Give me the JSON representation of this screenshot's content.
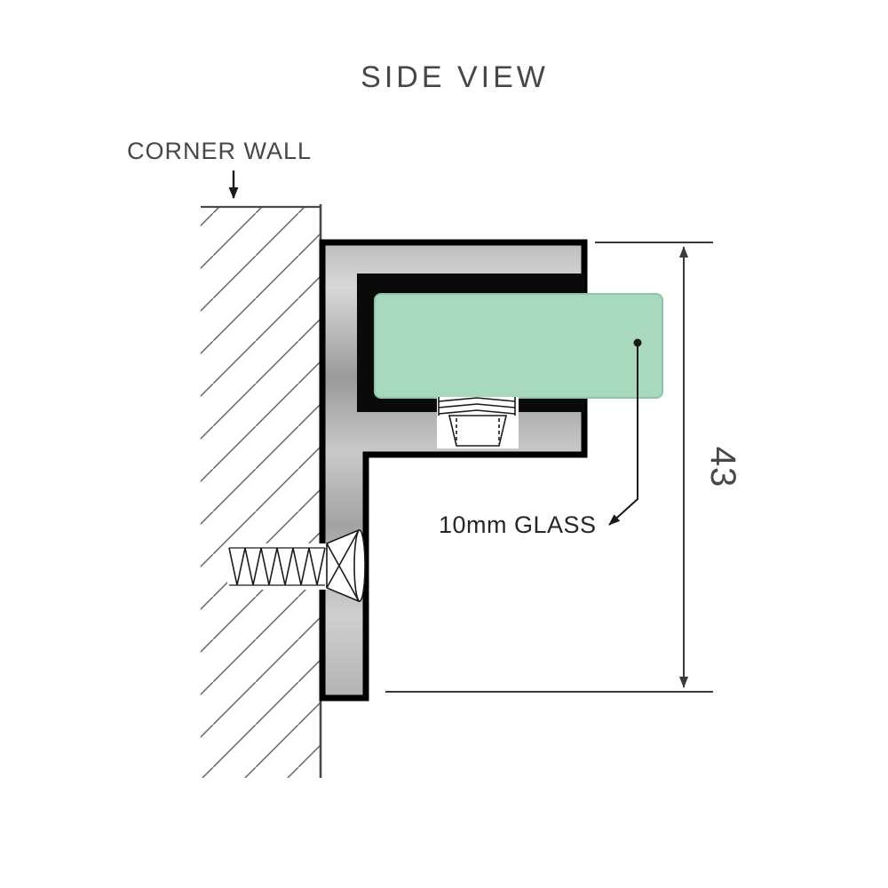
{
  "diagram": {
    "title": "SIDE VIEW",
    "corner_wall_label": "CORNER WALL",
    "glass_label": "10mm GLASS",
    "dimension_value": "43",
    "colors": {
      "glass_fill": "#a9d9bd",
      "glass_stroke": "#8cc5a8",
      "outline": "#000000",
      "jaw_black": "#0a0a0a",
      "text_gray": "#474747",
      "text_dark": "#262626",
      "dim_line": "#3a3a3a",
      "wall_line": "#4a4a4a",
      "hatch_line": "#6e6e6e"
    }
  }
}
